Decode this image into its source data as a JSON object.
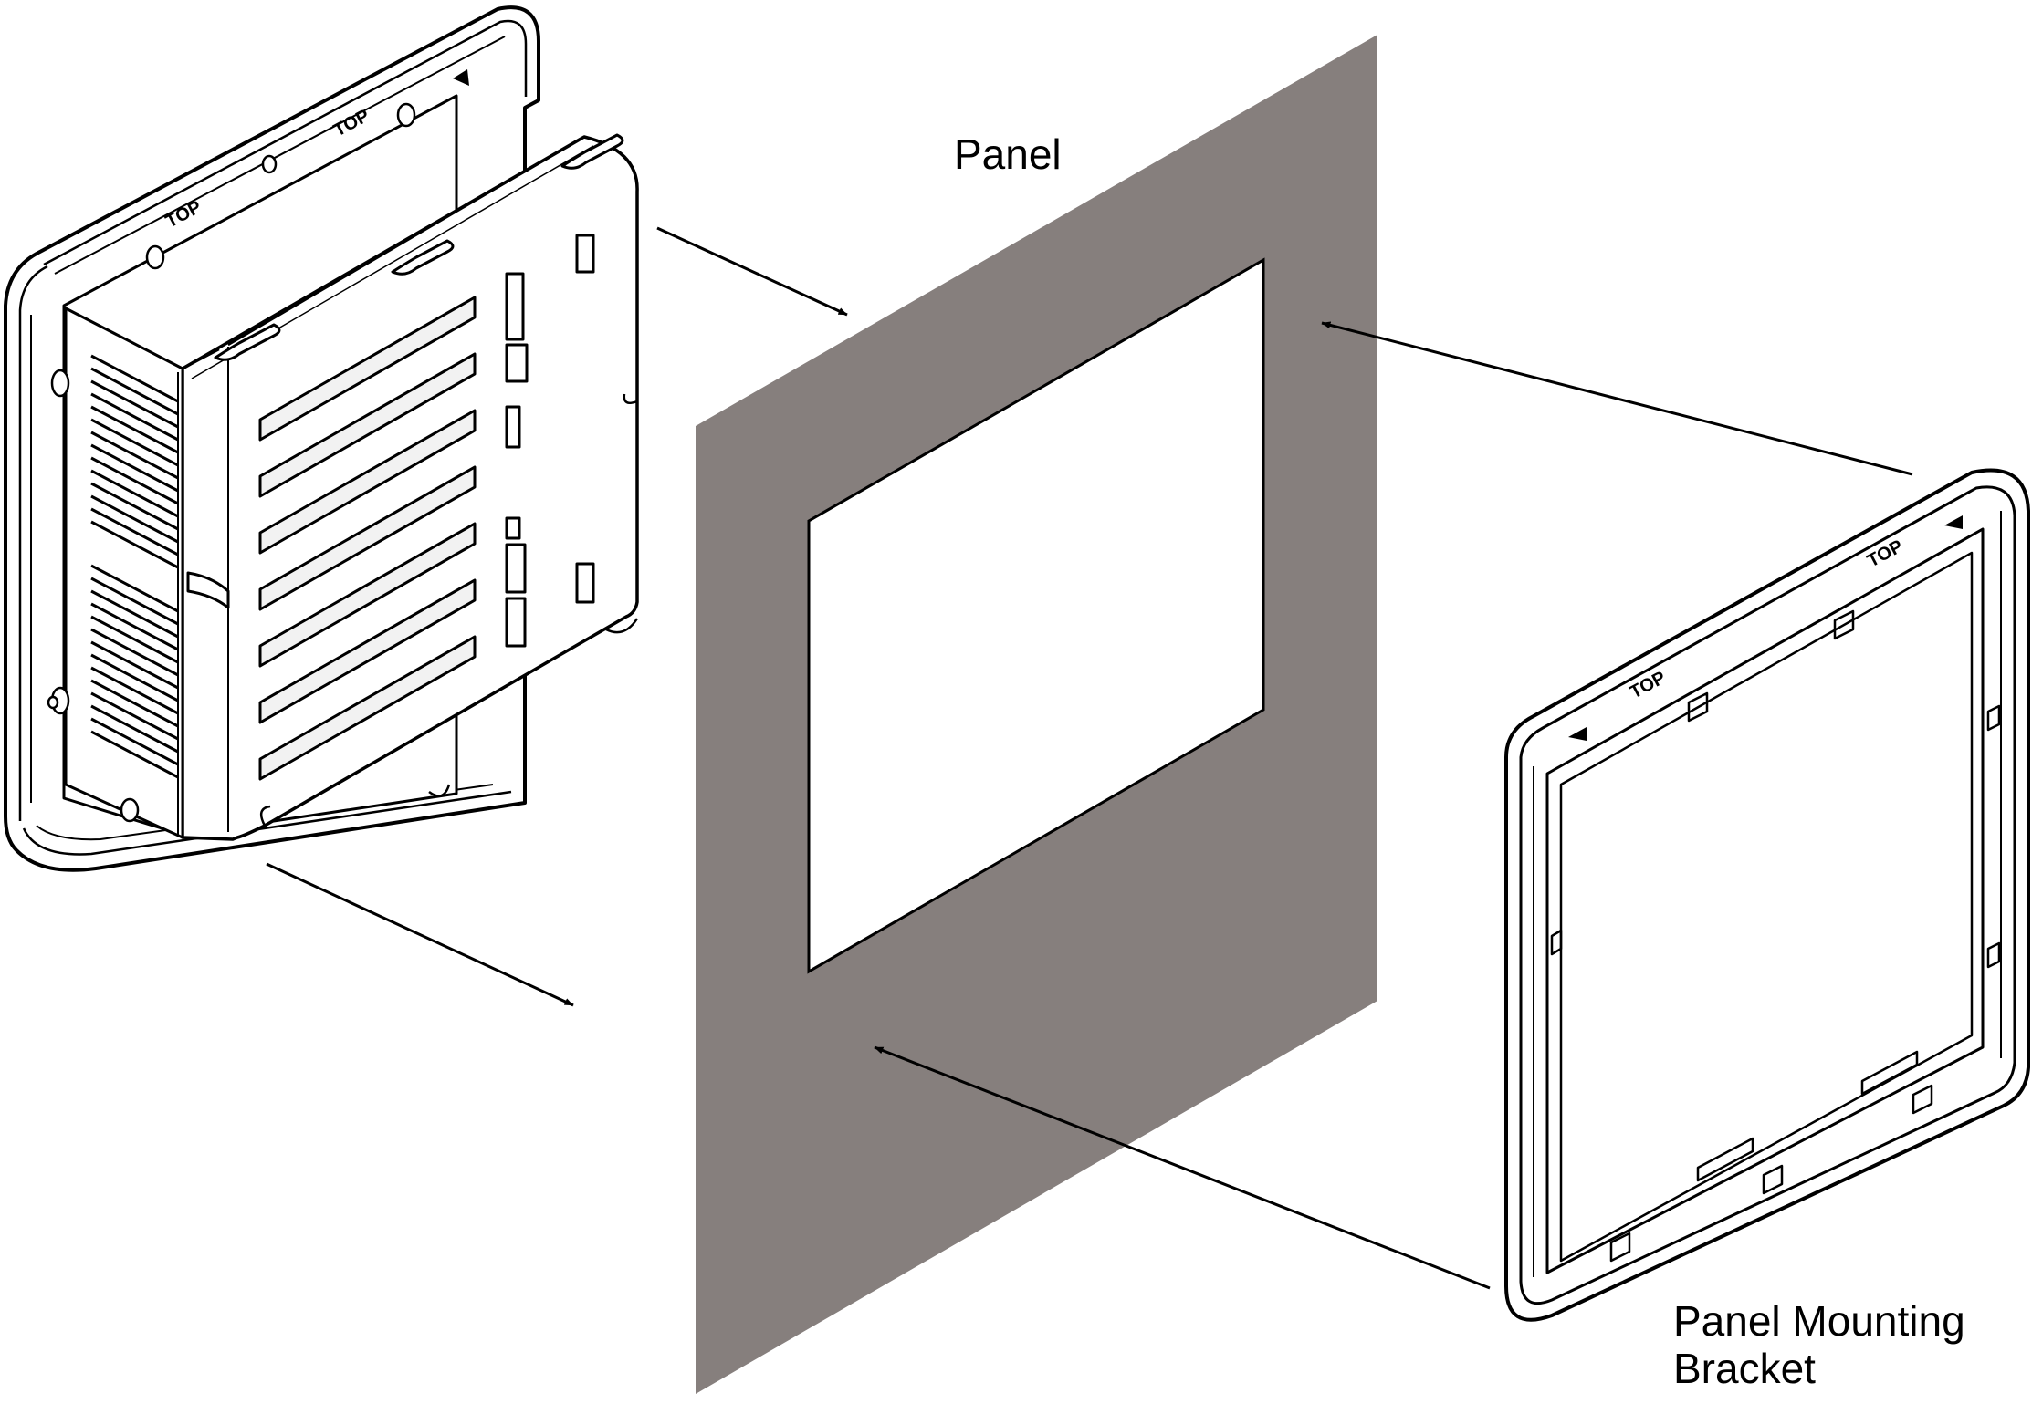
{
  "labels": {
    "panel": "Panel",
    "bracket_line1": "Panel Mounting",
    "bracket_line2": "Bracket"
  },
  "markings": {
    "top": "TOP"
  },
  "colors": {
    "panel_fill": "#867f7d",
    "cutout_fill": "#ffffff",
    "line": "#000000",
    "device_body": "#ffffff",
    "slot_fill": "#f2f2f2"
  },
  "icons": {
    "arrowhead": "filled-triangle",
    "direction_marker": "triangle-up"
  }
}
